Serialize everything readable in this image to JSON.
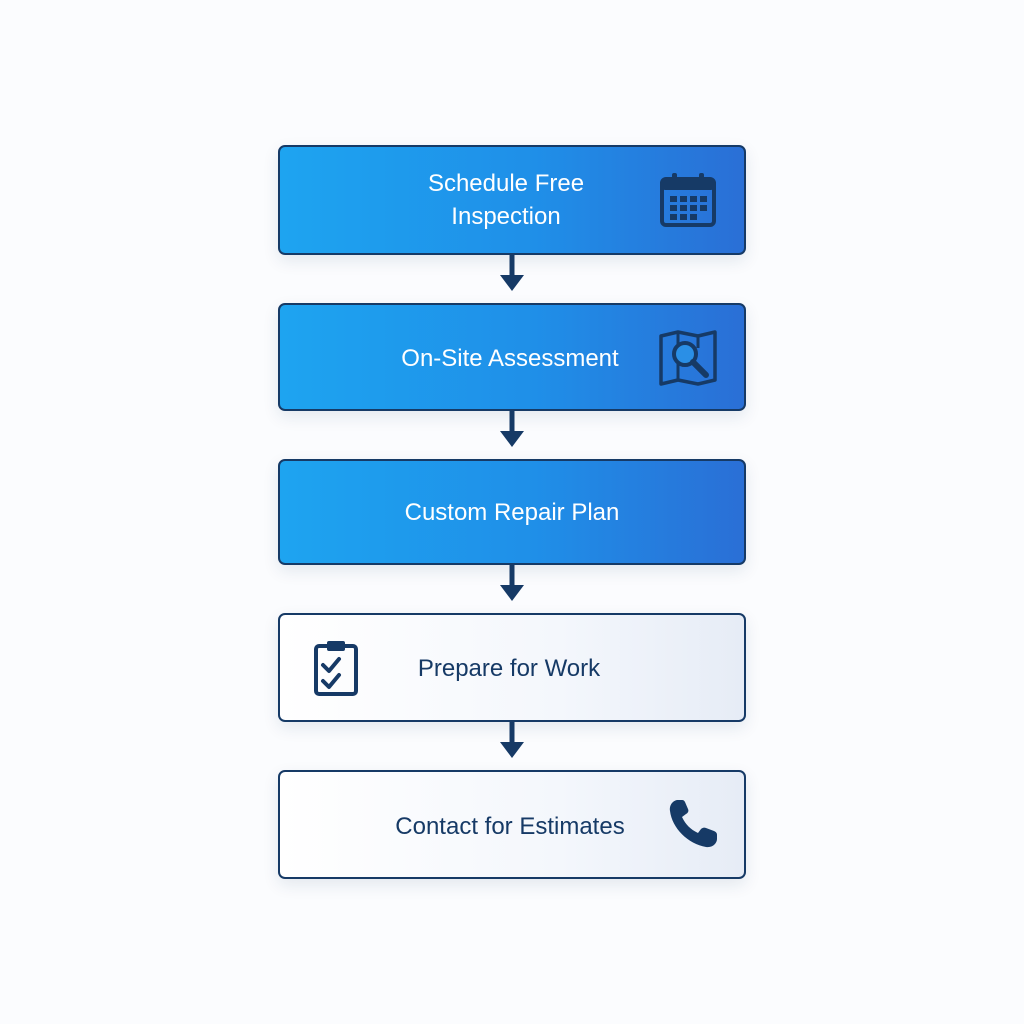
{
  "flowchart": {
    "steps": [
      {
        "label": "Schedule Free\nInspection",
        "icon": "calendar-icon",
        "style": "primary"
      },
      {
        "label": "On-Site Assessment",
        "icon": "map-search-icon",
        "style": "primary"
      },
      {
        "label": "Custom Repair Plan",
        "icon": "",
        "style": "primary"
      },
      {
        "label": "Prepare for Work",
        "icon": "clipboard-check-icon",
        "style": "secondary"
      },
      {
        "label": "Contact for Estimates",
        "icon": "phone-icon",
        "style": "secondary"
      }
    ]
  },
  "colors": {
    "primary_start": "#1ea4f0",
    "primary_end": "#2a6fd6",
    "navy": "#163a66",
    "secondary_bg": "#f4f7fc"
  }
}
